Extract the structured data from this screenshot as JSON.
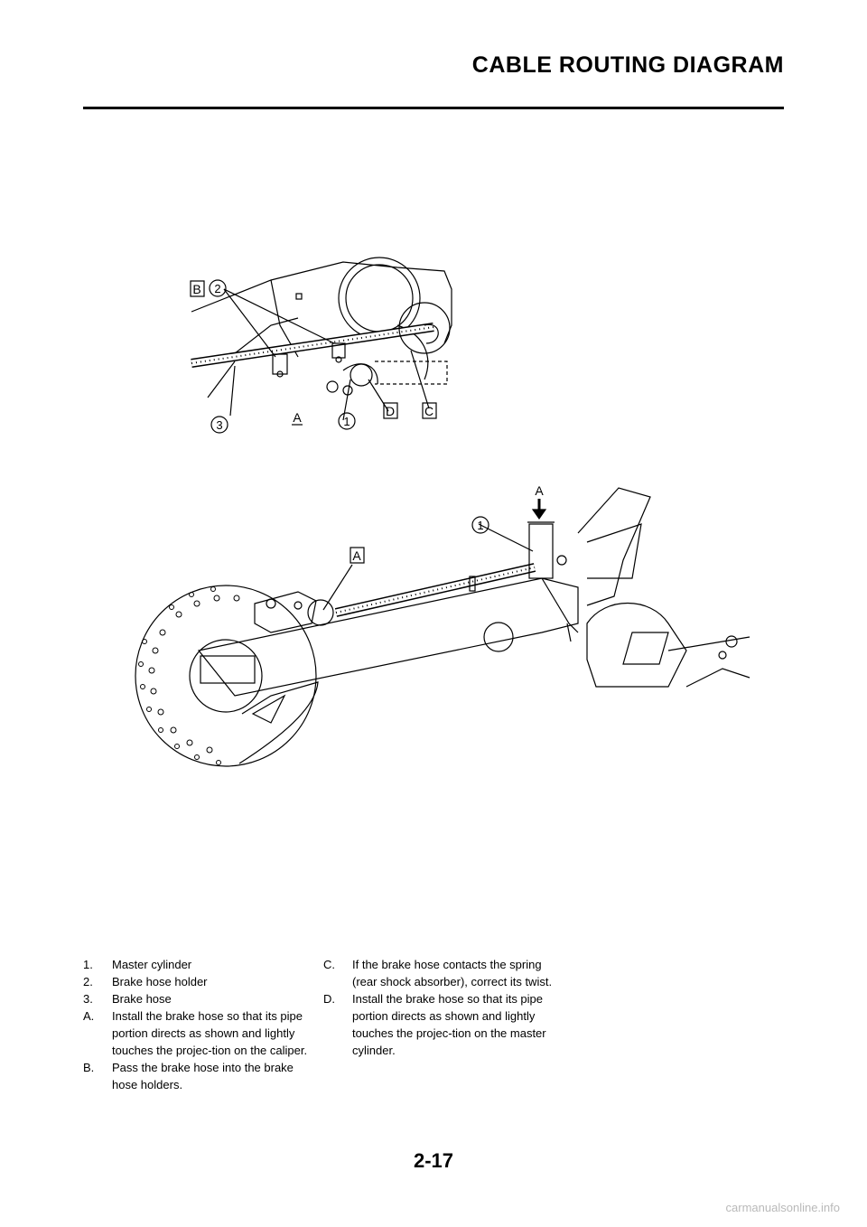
{
  "header": {
    "title": "CABLE ROUTING DIAGRAM"
  },
  "figure": {
    "callouts": {
      "top_B": "B",
      "top_2": "2",
      "top_3": "3",
      "top_A": "A",
      "top_1": "1",
      "top_D": "D",
      "top_C": "C",
      "bottom_A_arrow": "A",
      "bottom_1": "1",
      "bottom_A_box": "A"
    }
  },
  "legend": {
    "left": [
      {
        "key": "1.",
        "text": "Master cylinder"
      },
      {
        "key": "2.",
        "text": "Brake hose holder"
      },
      {
        "key": "3.",
        "text": "Brake hose"
      },
      {
        "key": "A.",
        "text": "Install the brake hose so that its pipe portion directs as shown and lightly touches the projec-tion on the caliper."
      },
      {
        "key": "B.",
        "text": "Pass the brake hose into the brake hose holders."
      }
    ],
    "right": [
      {
        "key": "C.",
        "text": "If the brake hose contacts the spring (rear shock absorber), correct its twist."
      },
      {
        "key": "D.",
        "text": "Install the brake hose so that its pipe portion directs as shown and lightly touches the projec-tion on the master cylinder."
      }
    ]
  },
  "footer": {
    "page_number": "2-17",
    "watermark": "carmanualsonline.info"
  }
}
